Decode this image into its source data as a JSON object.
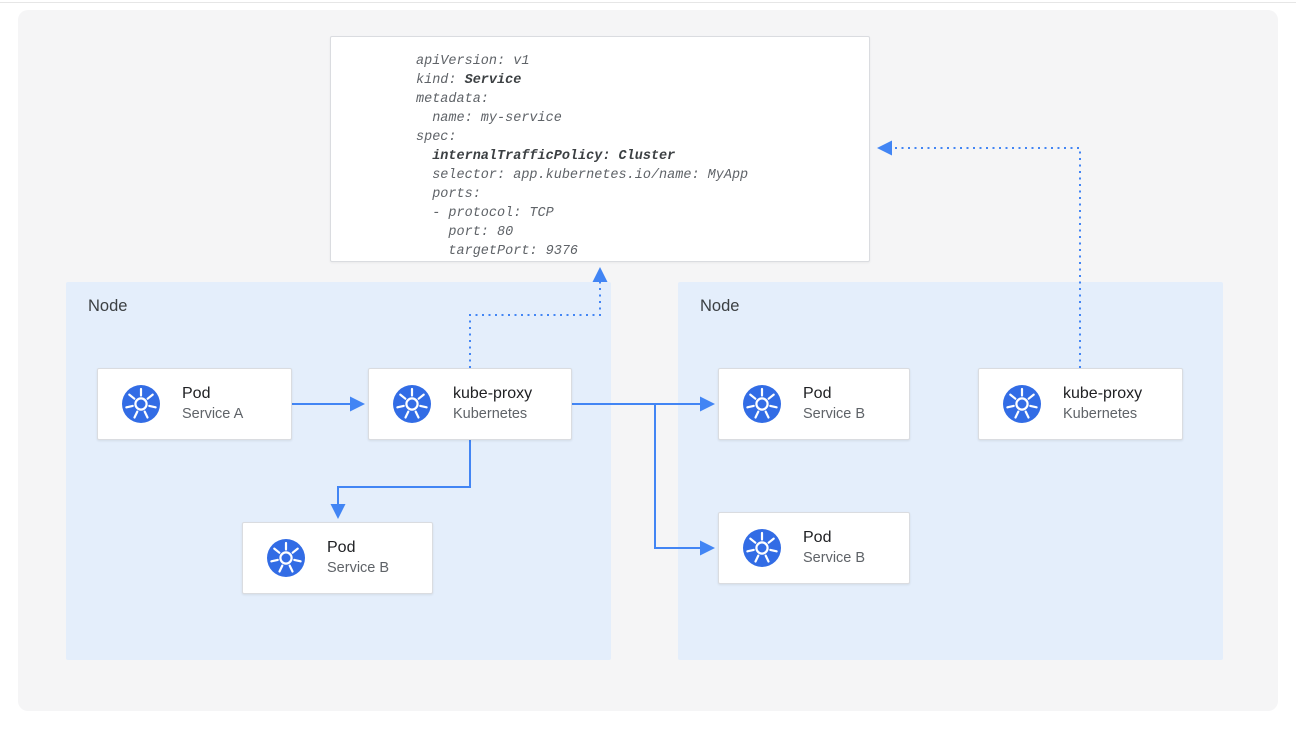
{
  "colors": {
    "accent_blue": "#4285f4",
    "node_bg": "#e4eefb",
    "panel_bg": "#f5f5f6",
    "k8s_blue": "#326ce5"
  },
  "yaml_card": {
    "lines": [
      [
        {
          "t": "apiVersion: v1"
        }
      ],
      [
        {
          "t": "kind: "
        },
        {
          "t": "Service",
          "b": true
        }
      ],
      [
        {
          "t": "metadata:"
        }
      ],
      [
        {
          "t": "  name: my-service"
        }
      ],
      [
        {
          "t": "spec:"
        }
      ],
      [
        {
          "t": "  "
        },
        {
          "t": "internalTrafficPolicy: Cluster",
          "b": true
        }
      ],
      [
        {
          "t": "  selector: app.kubernetes.io/name: MyApp"
        }
      ],
      [
        {
          "t": "  ports:"
        }
      ],
      [
        {
          "t": "  - protocol: TCP"
        }
      ],
      [
        {
          "t": "    port: 80"
        }
      ],
      [
        {
          "t": "    targetPort: 9376"
        }
      ]
    ]
  },
  "nodes": {
    "left": {
      "label": "Node"
    },
    "right": {
      "label": "Node"
    }
  },
  "cards": {
    "pod_a": {
      "title": "Pod",
      "subtitle": "Service A"
    },
    "kube_proxy_left": {
      "title": "kube-proxy",
      "subtitle": "Kubernetes"
    },
    "pod_b_left": {
      "title": "Pod",
      "subtitle": "Service B"
    },
    "pod_b_right_top": {
      "title": "Pod",
      "subtitle": "Service B"
    },
    "pod_b_right_bot": {
      "title": "Pod",
      "subtitle": "Service B"
    },
    "kube_proxy_right": {
      "title": "kube-proxy",
      "subtitle": "Kubernetes"
    }
  }
}
